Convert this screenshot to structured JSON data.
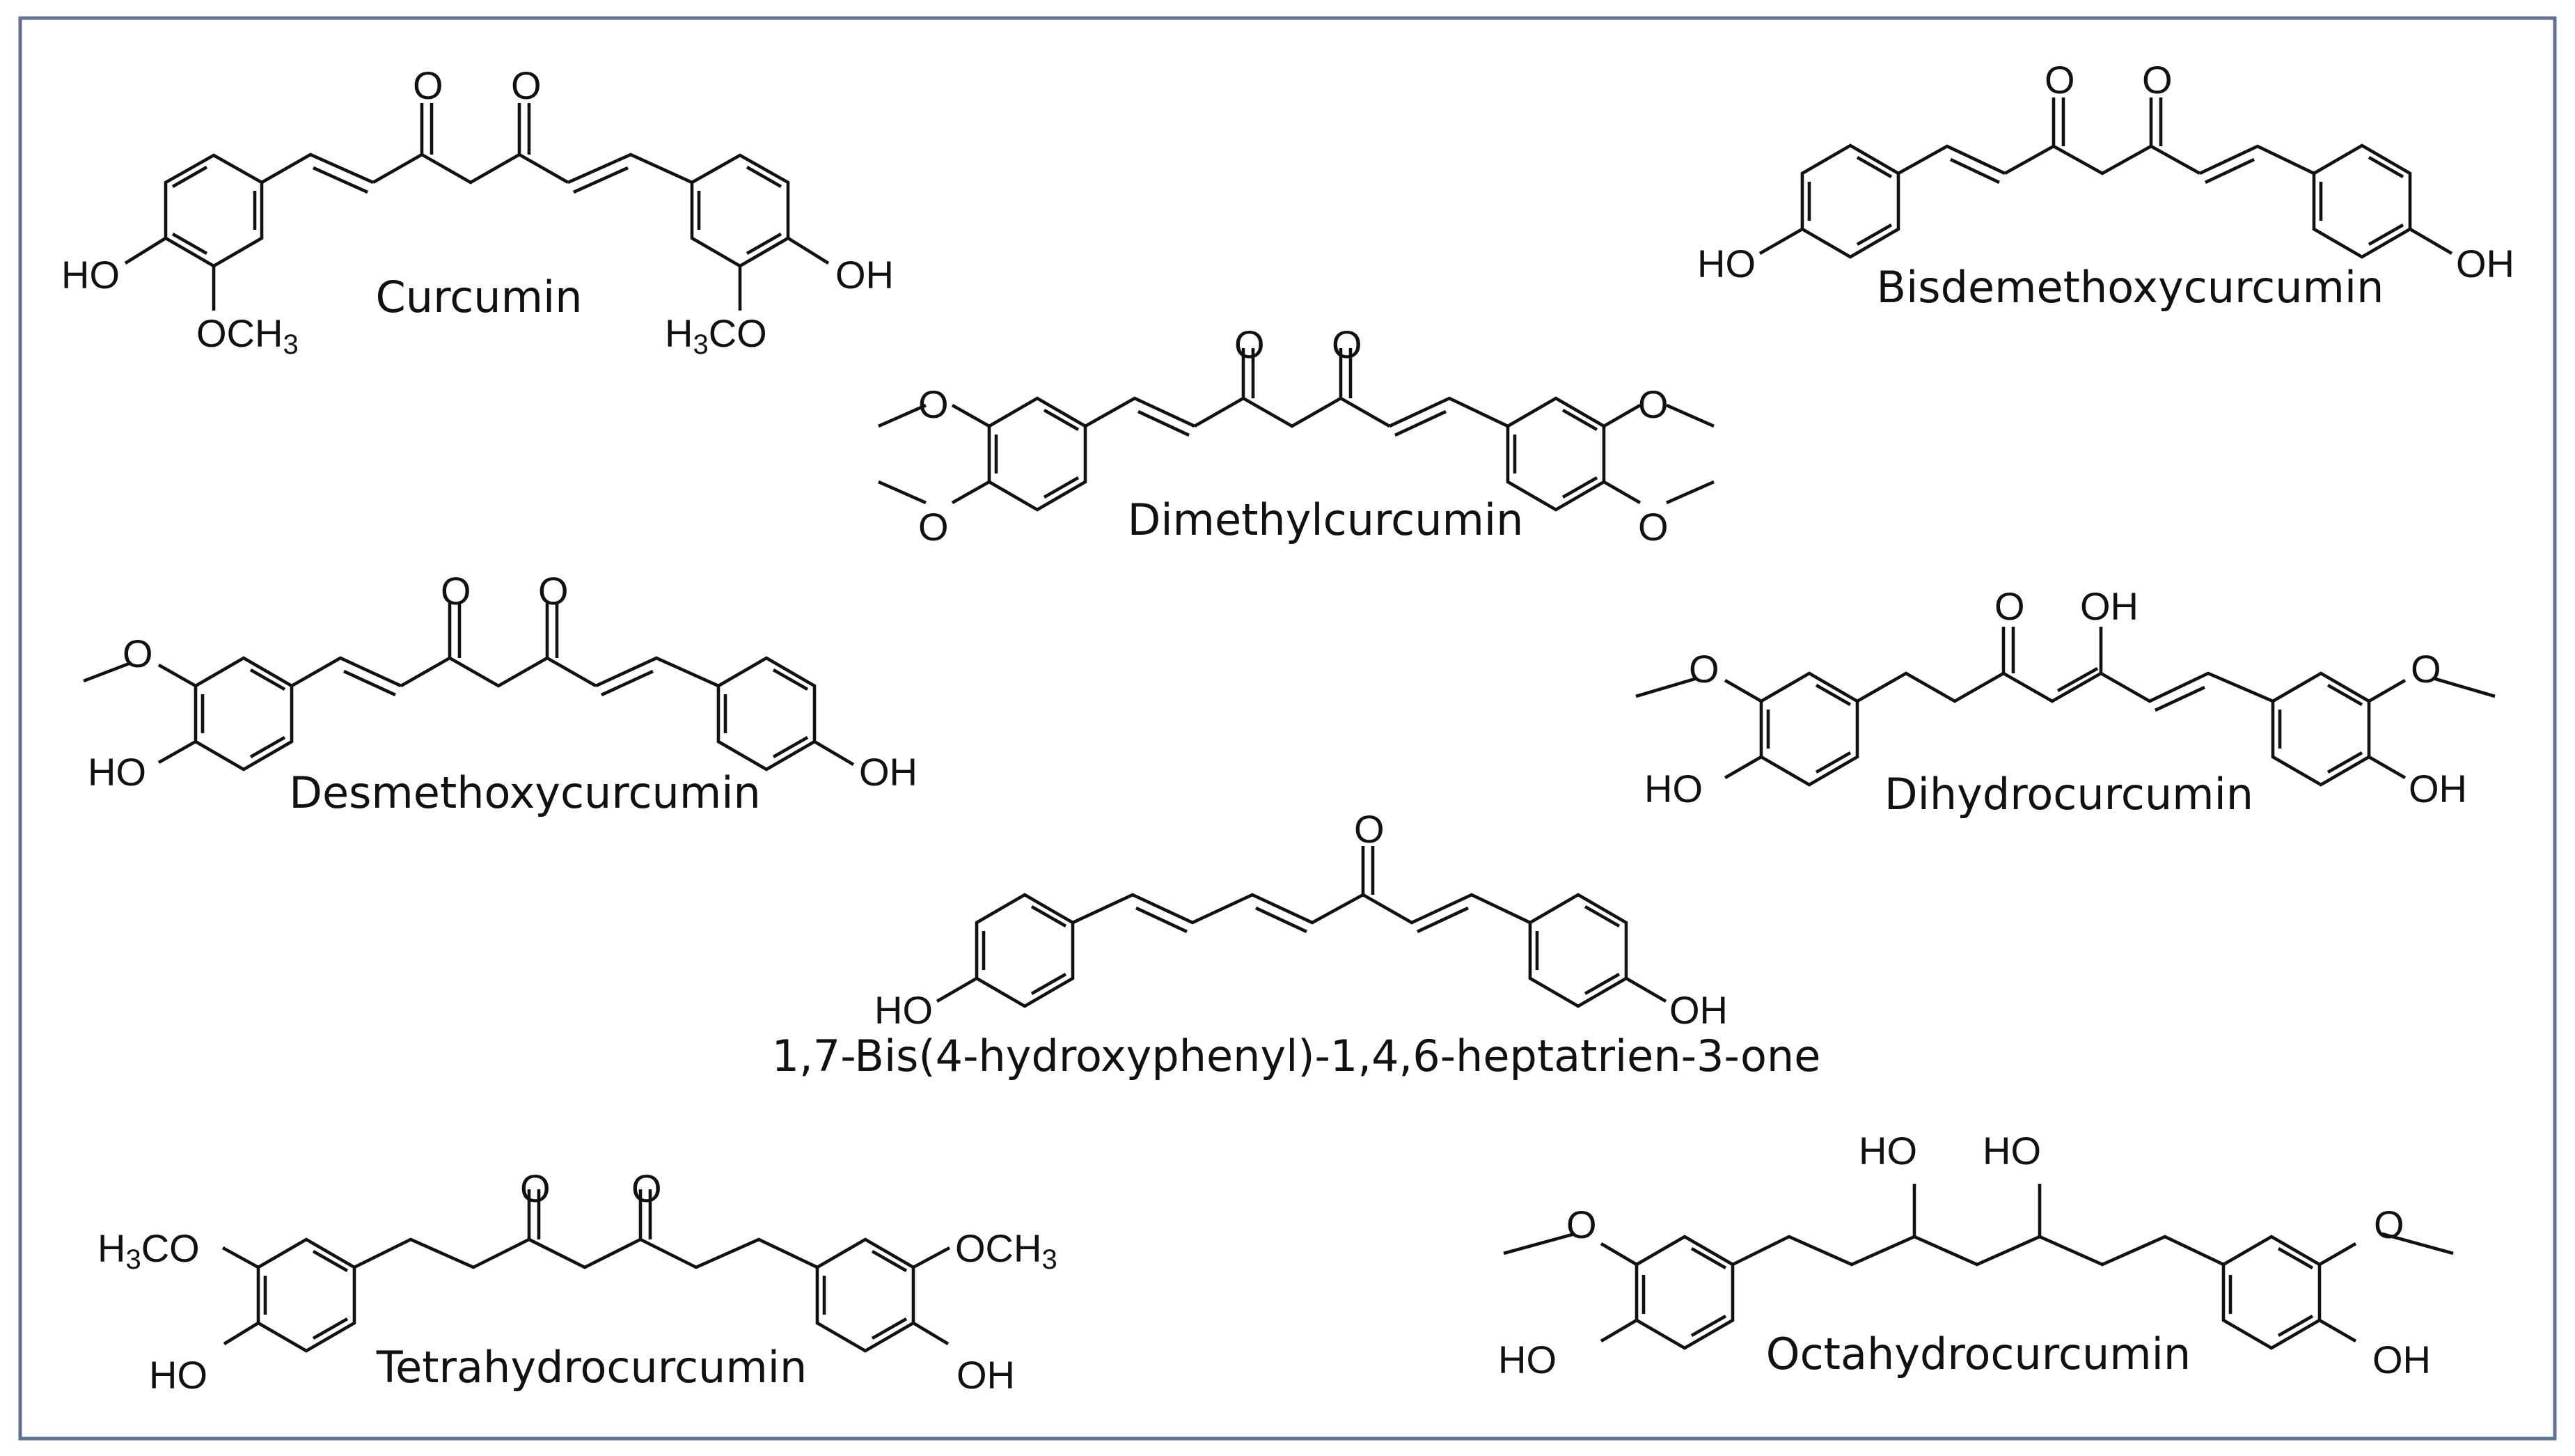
{
  "frame": {
    "border_color": "#5c7491"
  },
  "compounds": {
    "curcumin": {
      "name": "Curcumin",
      "atoms": {
        "o1": "O",
        "o2": "O",
        "oh_left": "HO",
        "och3_left": "OCH3",
        "oh_right": "OH",
        "och3_right": "H3CO"
      }
    },
    "bisdemethoxycurcumin": {
      "name": "Bisdemethoxycurcumin",
      "atoms": {
        "o1": "O",
        "o2": "O",
        "oh_left": "HO",
        "oh_right": "OH"
      }
    },
    "dimethylcurcumin": {
      "name": "Dimethylcurcumin",
      "atoms": {
        "o1": "O",
        "o2": "O",
        "o_left_top": "O",
        "o_left_bottom": "O",
        "o_right_top": "O",
        "o_right_bottom": "O"
      }
    },
    "desmethoxycurcumin": {
      "name": "Desmethoxycurcumin",
      "atoms": {
        "o1": "O",
        "o2": "O",
        "o_methoxy": "O",
        "oh_left": "HO",
        "oh_right": "OH"
      }
    },
    "dihydrocurcumin": {
      "name": "Dihydrocurcumin",
      "atoms": {
        "o1": "O",
        "oh_enol": "OH",
        "o_left": "O",
        "o_right": "O",
        "oh_left": "HO",
        "oh_right": "OH"
      }
    },
    "bis_hydroxyphenyl_heptatrienone": {
      "name": "1,7-Bis(4-hydroxyphenyl)-1,4,6-heptatrien-3-one",
      "atoms": {
        "o1": "O",
        "oh_left": "HO",
        "oh_right": "OH"
      }
    },
    "tetrahydrocurcumin": {
      "name": "Tetrahydrocurcumin",
      "atoms": {
        "o1": "O",
        "o2": "O",
        "och3_left": "H3CO",
        "oh_left": "HO",
        "och3_right": "OCH3",
        "oh_right": "OH"
      }
    },
    "octahydrocurcumin": {
      "name": "Octahydrocurcumin",
      "atoms": {
        "oh1": "HO",
        "oh2": "HO",
        "o_left": "O",
        "o_right": "O",
        "oh_left": "HO",
        "oh_right": "OH"
      }
    }
  }
}
